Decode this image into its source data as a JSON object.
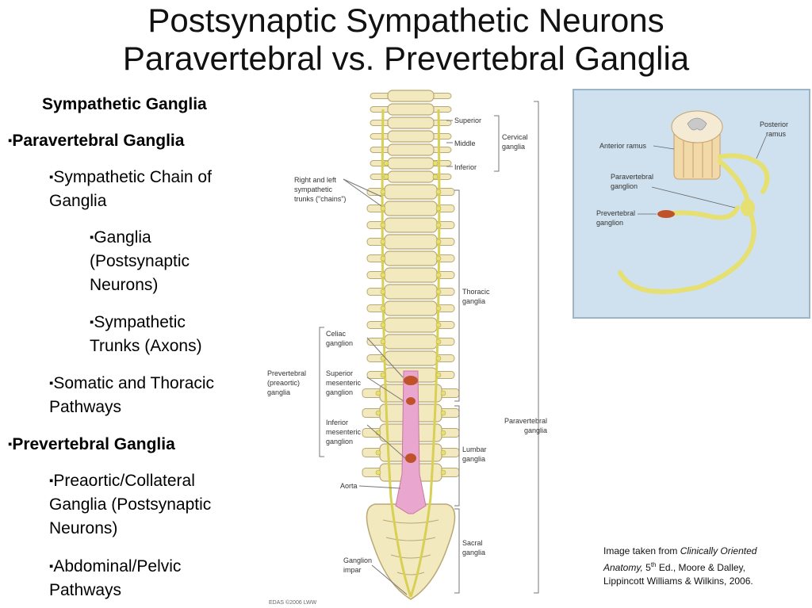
{
  "title": {
    "line1": "Postsynaptic Sympathetic Neurons",
    "line2": "Paravertebral vs. Prevertebral Ganglia"
  },
  "outline": {
    "heading": "Sympathetic Ganglia",
    "bullet": "▪",
    "para_heading": "Paravertebral Ganglia",
    "chain": [
      "Sympathetic Chain of",
      "Ganglia"
    ],
    "ganglia": [
      "Ganglia",
      "(Postsynaptic",
      "Neurons)"
    ],
    "trunks": [
      "Sympathetic",
      "Trunks (Axons)"
    ],
    "somatic": [
      "Somatic and Thoracic",
      "Pathways"
    ],
    "pre_heading": "Prevertebral Ganglia",
    "preaortic": [
      "Preaortic/Collateral",
      "Ganglia (Postsynaptic",
      "Neurons)"
    ],
    "abdominal": [
      "Abdominal/Pelvic",
      "Pathways"
    ]
  },
  "spine_figure": {
    "labels": {
      "superior": "Superior",
      "middle": "Middle",
      "inferior": "Inferior",
      "cervical": [
        "Cervical",
        "ganglia"
      ],
      "chains": [
        "Right and left",
        "sympathetic",
        "trunks (\"chains\")"
      ],
      "thoracic": [
        "Thoracic",
        "ganglia"
      ],
      "celiac": [
        "Celiac",
        "ganglion"
      ],
      "prevertebral": [
        "Prevertebral",
        "(preaortic)",
        "ganglia"
      ],
      "sup_mesenteric": [
        "Superior",
        "mesenteric",
        "ganglion"
      ],
      "inf_mesenteric": [
        "Inferior",
        "mesenteric",
        "ganglion"
      ],
      "lumbar": [
        "Lumbar",
        "ganglia"
      ],
      "paravertebral": [
        "Paravertebral",
        "ganglia"
      ],
      "aorta": "Aorta",
      "sacral": [
        "Sacral",
        "ganglia"
      ],
      "impar": [
        "Ganglion",
        "impar"
      ],
      "credit": "EDAS ©2006 LWW"
    }
  },
  "inset_figure": {
    "labels": {
      "posterior_ramus": [
        "Posterior",
        "ramus"
      ],
      "anterior_ramus": "Anterior ramus",
      "paravertebral": [
        "Paravertebral",
        "ganglion"
      ],
      "prevertebral": [
        "Prevertebral",
        "ganglion"
      ]
    }
  },
  "citation": {
    "prefix": "Image taken from ",
    "book1": "Clinically Oriented",
    "book2": "Anatomy,",
    "edition_num": " 5",
    "edition_sup": "th",
    "rest1": " Ed., Moore & Dalley,",
    "rest2": "Lippincott Williams & Wilkins, 2006."
  },
  "colors": {
    "bone": "#f3e9bf",
    "bone_edge": "#b9a875",
    "nerve": "#e6df72",
    "aorta": "#e9a6cf",
    "ganglion": "#c0522a",
    "inset_bg": "#cfe1ee"
  }
}
